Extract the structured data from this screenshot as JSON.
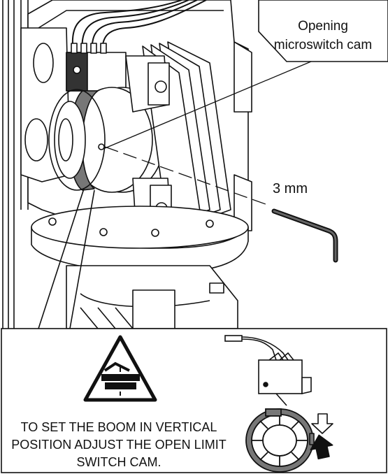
{
  "callout": {
    "line1": "Opening",
    "line2": "microswitch cam"
  },
  "measure_label": "3 mm",
  "note": {
    "line1": "TO SET THE BOOM IN VERTICAL",
    "line2": "POSITION ADJUST THE OPEN LIMIT",
    "line3": "SWITCH CAM."
  },
  "colors": {
    "line": "#111111",
    "cam_shade": "#777777",
    "dark_part": "#333333",
    "background": "#ffffff"
  },
  "icons": [
    "hand-crush-warning-icon",
    "rotation-arrow-icon",
    "allen-key-icon",
    "microswitch-icon",
    "cam-disc-icon"
  ]
}
